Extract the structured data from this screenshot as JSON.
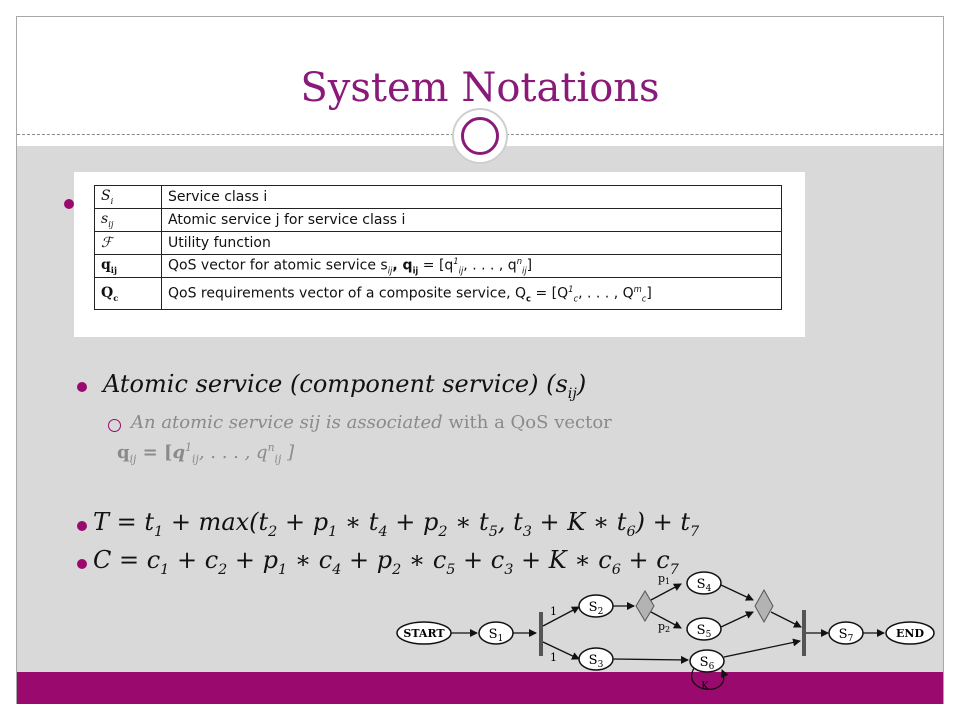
{
  "slide": {
    "title": "System Notations",
    "colors": {
      "accent": "#8a1a7a",
      "band": "#9a0a6e",
      "content_bg": "#d9d9d9"
    }
  },
  "notation_table": {
    "rows": [
      {
        "symbol": "S",
        "symbol_sub": "i",
        "desc": "Service class i"
      },
      {
        "symbol": "s",
        "symbol_sub": "ij",
        "desc": "Atomic service j for service class i"
      },
      {
        "symbol": "ℱ",
        "desc": "Utility function"
      },
      {
        "symbol": "q",
        "symbol_sub": "ij",
        "desc": "QoS vector for atomic service s",
        "desc_sub": "ij",
        "desc_tail": ", q",
        "desc_tail_sub": "ij",
        "desc_tail2": " = [q",
        "desc_tail2_sup": "1",
        "desc_tail2_sub": "ij",
        "desc_tail3": ", . . . , q",
        "desc_tail3_sup": "n",
        "desc_tail3_sub": "ij",
        "desc_end": "]"
      },
      {
        "symbol": "Q",
        "symbol_sub": "c",
        "desc": "QoS requirements vector of a composite service, Q",
        "desc_sub": "c",
        "desc_tail": " = [Q",
        "desc_tail_sup": "1",
        "desc_tail_sub": "c",
        "desc_tail2": ", . . . , Q",
        "desc_tail2_sup": "m",
        "desc_tail2_sub": "c",
        "desc_end": "]"
      }
    ]
  },
  "atomic": {
    "heading": "Atomic service (component service) (s",
    "heading_sub": "ij",
    "heading_end": ")",
    "line1_em": "An atomic service sij is associated",
    "line1_rest": " with a QoS vector",
    "line2_q": "q",
    "line2_q_sub": "ij",
    "line2_eq": " = [",
    "line2_q1": "q",
    "line2_q1_sup": "1",
    "line2_q1_sub": "ij",
    "line2_mid": ", . . . , q",
    "line2_qn_sup": "n",
    "line2_qn_sub": "ij",
    "line2_end": " ]"
  },
  "formulas": {
    "t": {
      "a": "T = t",
      "a_sub": "1",
      "b": " + max(t",
      "b_sub": "2",
      "c": " + p",
      "c_sub": "1",
      "d": " ∗ t",
      "d_sub": "4",
      "e": " + p",
      "e_sub": "2",
      "f": " ∗ t",
      "f_sub": "5",
      "g": ", t",
      "g_sub": "3",
      "h": " + K ∗ t",
      "h_sub": "6",
      "i": ") + t",
      "i_sub": "7"
    },
    "c": {
      "a": "C = c",
      "a_sub": "1",
      "b": " + c",
      "b_sub": "2",
      "c": " + p",
      "c_sub": "1",
      "d": " ∗ c",
      "d_sub": "4",
      "e": " + p",
      "e_sub": "2",
      "f": " ∗ c",
      "f_sub": "5",
      "g": " + c",
      "g_sub": "3",
      "h": " + K ∗ c",
      "h_sub": "6",
      "i": " + c",
      "i_sub": "7"
    }
  },
  "workflow": {
    "start": "START",
    "end": "END",
    "s1": "S",
    "s1_sub": "1",
    "s2": "S",
    "s2_sub": "2",
    "s3": "S",
    "s3_sub": "3",
    "s4": "S",
    "s4_sub": "4",
    "s5": "S",
    "s5_sub": "5",
    "s6": "S",
    "s6_sub": "6",
    "s7": "S",
    "s7_sub": "7",
    "p1": "p",
    "p1_sub": "1",
    "p2": "p",
    "p2_sub": "2",
    "one_top": "1",
    "one_bottom": "1",
    "k": "K"
  }
}
